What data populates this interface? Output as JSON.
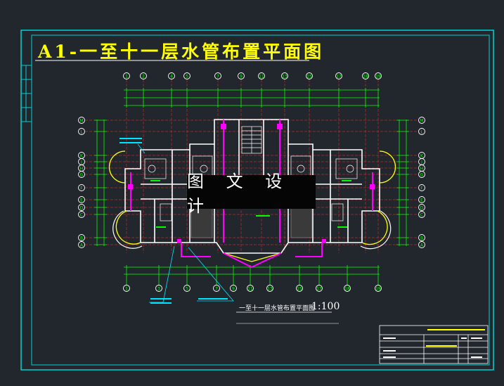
{
  "drawing": {
    "title": "A1-一至十一层水管布置平面图",
    "watermark": "图 文 设 计",
    "caption": "一至十一层水管布置平面图",
    "scale": "1:100"
  },
  "grid_labels": {
    "top": [
      "1",
      "2",
      "4",
      "5",
      "7",
      "9",
      "11",
      "13",
      "15",
      "17",
      "18",
      "19"
    ],
    "bottom": [
      "1",
      "3",
      "5",
      "7",
      "9",
      "11",
      "13",
      "15",
      "17",
      "18",
      "19"
    ],
    "left": [
      "M",
      "L",
      "K",
      "J",
      "H",
      "G",
      "F",
      "E",
      "D",
      "C",
      "B",
      "A"
    ],
    "right": [
      "M",
      "L",
      "K",
      "J",
      "H",
      "G",
      "F",
      "E",
      "D",
      "C",
      "B",
      "A"
    ]
  },
  "colors": {
    "background": "#22272d",
    "frame": "#00d2d2",
    "title": "#ffff00",
    "walls": "#ffffff",
    "grid_lines": "#ff2a2a",
    "dimension": "#00ff00",
    "pipes": "#ff00ff",
    "labels": "#00e5ff"
  }
}
